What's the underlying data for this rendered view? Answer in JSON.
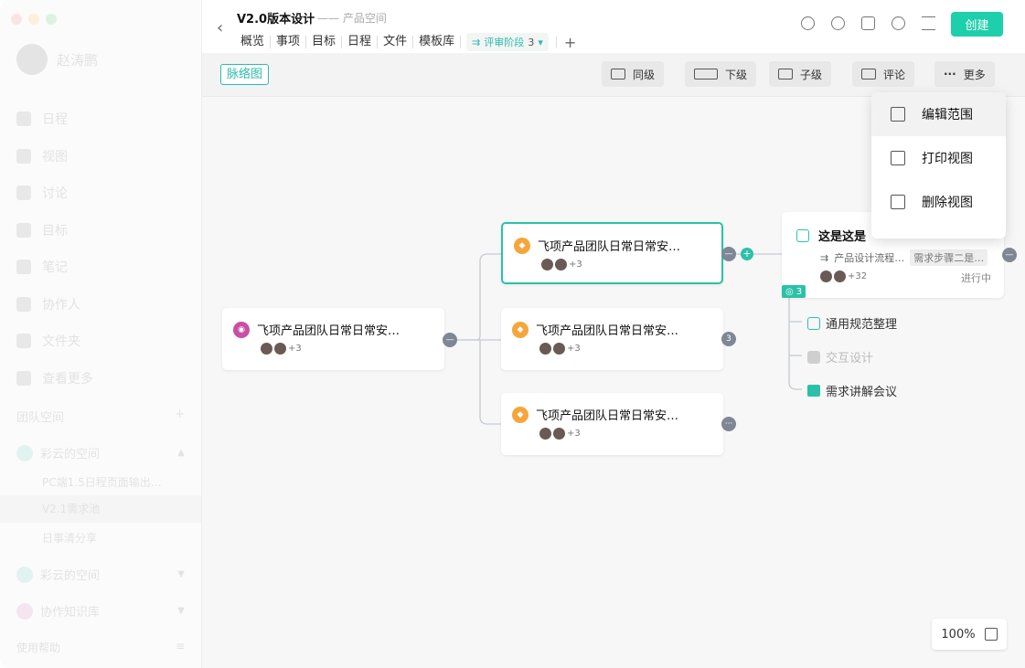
{
  "sidebar": {
    "user_name": "赵涛鹏",
    "nav": [
      {
        "label": "日程",
        "icon": "calendar-icon"
      },
      {
        "label": "视图",
        "icon": "chart-icon"
      },
      {
        "label": "讨论",
        "icon": "discussion-icon"
      },
      {
        "label": "目标",
        "icon": "target-icon"
      },
      {
        "label": "笔记",
        "icon": "note-icon"
      },
      {
        "label": "协作人",
        "icon": "people-icon"
      },
      {
        "label": "文件夹",
        "icon": "folder-icon"
      },
      {
        "label": "查看更多",
        "icon": "more-icon"
      }
    ],
    "team_title": "团队空间",
    "team_add": "+",
    "spaces": [
      {
        "label": "彩云的空间",
        "caret": "▲"
      },
      {
        "label": "彩云的空间",
        "caret": "▼"
      },
      {
        "label": "协作知识库",
        "caret": "▼"
      }
    ],
    "subitems": [
      "PC端1.5日程页面输出…",
      "V2.1需求池",
      "日事清分享"
    ],
    "footer_label": "使用帮助",
    "footer_icon": "menu-icon"
  },
  "header": {
    "title": "V2.0版本设计",
    "subtitle": "—— 产品空间",
    "tabs": [
      "概览",
      "事项",
      "目标",
      "日程",
      "文件",
      "模板库"
    ],
    "stage_label": "评审阶段",
    "stage_count": "3",
    "add_tab": "+",
    "create_label": "创建"
  },
  "toolbar": {
    "view_tag": "脉络图",
    "buttons": [
      "同级",
      "下级",
      "子级",
      "评论",
      "更多"
    ]
  },
  "canvas": {
    "root_node": {
      "title": "飞项产品团队日常日常安…",
      "more": "+3"
    },
    "child_nodes": [
      {
        "title": "飞项产品团队日常日常安…",
        "more": "+3",
        "badge": ""
      },
      {
        "title": "飞项产品团队日常日常安…",
        "more": "+3",
        "badge": "3"
      },
      {
        "title": "飞项产品团队日常日常安…",
        "more": "+3",
        "badge": "···"
      }
    ],
    "task": {
      "title": "这是这是",
      "flow": "产品设计流程…",
      "step": "需求步骤二是…",
      "more": "+32",
      "status": "进行中",
      "subtask_count": "3"
    },
    "subtasks": [
      {
        "label": "通用规范整理",
        "done": false
      },
      {
        "label": "交互设计",
        "done": true
      },
      {
        "label": "需求讲解会议",
        "done": false
      }
    ],
    "zoom": "100%"
  },
  "dropdown": {
    "items": [
      {
        "label": "编辑范围",
        "icon": "edit-icon"
      },
      {
        "label": "打印视图",
        "icon": "print-icon"
      },
      {
        "label": "删除视图",
        "icon": "trash-icon"
      }
    ]
  },
  "colors": {
    "accent": "#1ecfab",
    "selected_border": "#2bc1a8",
    "collapse": "#7f8797"
  }
}
